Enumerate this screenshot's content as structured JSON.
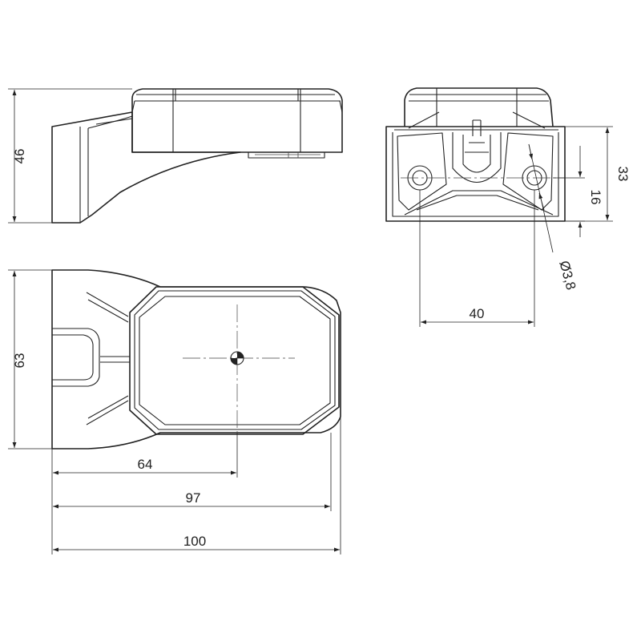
{
  "drawing": {
    "dimensions": {
      "side_height": "46",
      "plan_width": "63",
      "center_offset": "64",
      "lens_length": "97",
      "overall_length": "100",
      "front_height": "33",
      "hole_height": "16",
      "hole_diameter": "Ø3,8",
      "hole_spacing": "40"
    },
    "colors": {
      "line": "#222222",
      "background": "#ffffff"
    }
  }
}
